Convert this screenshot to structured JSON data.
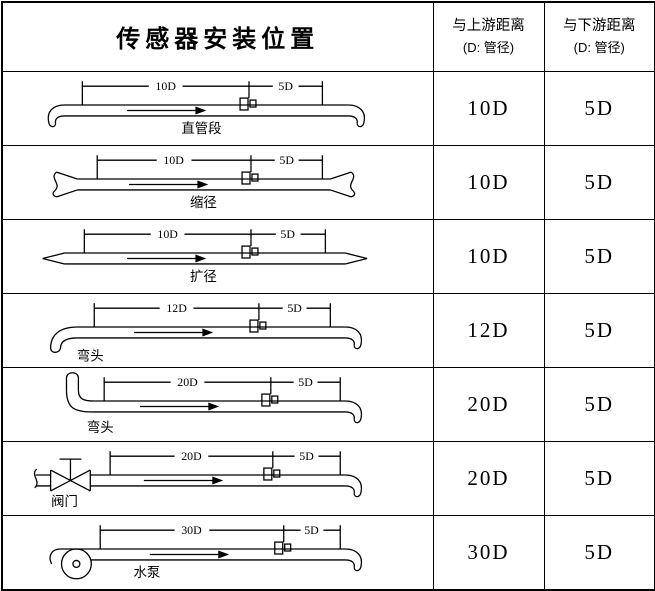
{
  "header": {
    "title": "传感器安装位置",
    "upstream_label": "与上游距离",
    "upstream_sub": "(D: 管径)",
    "downstream_label": "与下游距离",
    "downstream_sub": "(D: 管径)"
  },
  "rows": [
    {
      "label": "直管段",
      "dim_up": "10D",
      "dim_down": "5D",
      "upstream": "10D",
      "downstream": "5D"
    },
    {
      "label": "缩径",
      "dim_up": "10D",
      "dim_down": "5D",
      "upstream": "10D",
      "downstream": "5D"
    },
    {
      "label": "扩径",
      "dim_up": "10D",
      "dim_down": "5D",
      "upstream": "10D",
      "downstream": "5D"
    },
    {
      "label": "弯头",
      "dim_up": "12D",
      "dim_down": "5D",
      "upstream": "12D",
      "downstream": "5D"
    },
    {
      "label": "弯头",
      "dim_up": "20D",
      "dim_down": "5D",
      "upstream": "20D",
      "downstream": "5D"
    },
    {
      "label": "阀门",
      "dim_up": "20D",
      "dim_down": "5D",
      "upstream": "20D",
      "downstream": "5D"
    },
    {
      "label": "水泵",
      "dim_up": "30D",
      "dim_down": "5D",
      "upstream": "30D",
      "downstream": "5D"
    }
  ],
  "colors": {
    "ink": "#000000",
    "background": "#ffffff"
  }
}
